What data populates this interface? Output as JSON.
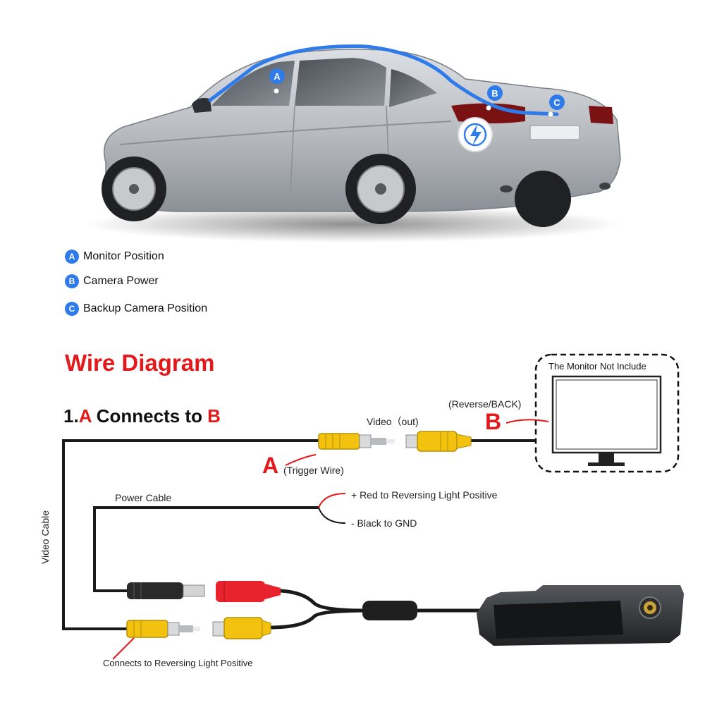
{
  "legend": [
    {
      "letter": "A",
      "label": "Monitor Position"
    },
    {
      "letter": "B",
      "label": "Camera Power"
    },
    {
      "letter": "C",
      "label": "Backup Camera Position"
    }
  ],
  "car_markers": {
    "a": "A",
    "b": "B",
    "c": "C"
  },
  "diagram": {
    "title": "Wire Diagram",
    "subtitle": {
      "prefix": "1.",
      "a": "A",
      "middle": " Connects to ",
      "b": "B"
    },
    "monitor_note": "The Monitor Not Include",
    "reverse_label": "(Reverse/BACK)",
    "video_out_label": "Video（out)",
    "letter_a": "A",
    "trigger_label": "(Trigger Wire)",
    "letter_b": "B",
    "power_cable_label": "Power Cable",
    "red_label": "+ Red to Reversing Light Positive",
    "black_label": "- Black to GND",
    "video_cable_label": "Video Cable",
    "reversing_label": "Connects to Reversing Light Positive"
  },
  "colors": {
    "accent_red": "#e3191b",
    "accent_blue": "#2f7bea",
    "rca_yellow": "#f2c20f",
    "power_red": "#e8232e"
  }
}
